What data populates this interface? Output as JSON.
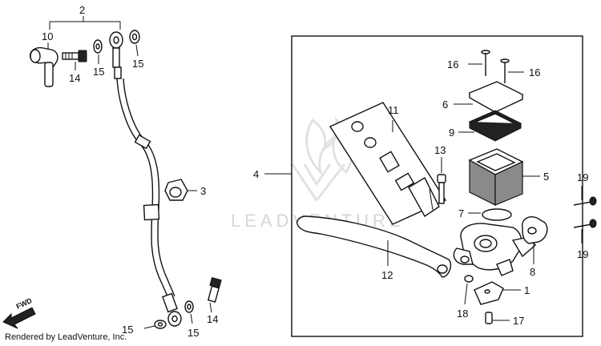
{
  "watermark": {
    "text": "LEADVENTURE"
  },
  "credit": "Rendered by LeadVenture, Inc.",
  "direction_label": "FWD",
  "callouts": {
    "c1": "1",
    "c2": "2",
    "c3": "3",
    "c4": "4",
    "c5": "5",
    "c6": "6",
    "c7": "7",
    "c8": "8",
    "c9": "9",
    "c10": "10",
    "c11": "11",
    "c12": "12",
    "c13": "13",
    "c14a": "14",
    "c14b": "14",
    "c15a": "15",
    "c15b": "15",
    "c15c": "15",
    "c16a": "16",
    "c16b": "16",
    "c17": "17",
    "c18": "18",
    "c19a": "19",
    "c19b": "19"
  }
}
